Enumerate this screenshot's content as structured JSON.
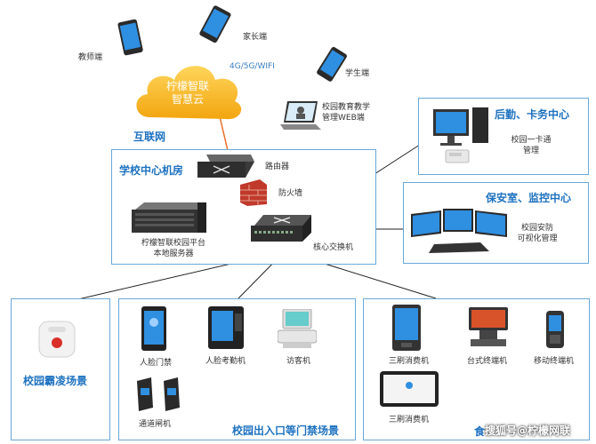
{
  "cloud": {
    "line1": "柠檬智联",
    "line2": "智慧云"
  },
  "internet_label": "互联网",
  "network_label": "4G/5G/WIFI",
  "clients": {
    "teacher": "教师端",
    "parent": "家长端",
    "student": "学生端",
    "web_line1": "校园教育教学",
    "web_line2": "管理WEB端"
  },
  "datacenter": {
    "title": "学校中心机房",
    "router": "路由器",
    "firewall": "防火墙",
    "core_switch": "核心交换机",
    "server_line1": "柠檬智联校园平台",
    "server_line2": "本地服务器"
  },
  "logistics": {
    "title": "后勤、卡务中心",
    "line1": "校园一卡通",
    "line2": "管理"
  },
  "security": {
    "title": "保安室、监控中心",
    "line1": "校园安防",
    "line2": "可视化管理"
  },
  "anti_bully": {
    "title": "校园霸凌场景"
  },
  "access": {
    "title": "校园出入口等门禁场景",
    "face_door": "人脸门禁",
    "face_attendance": "人脸考勤机",
    "visitor": "访客机",
    "gate": "通道闸机"
  },
  "canteen": {
    "title_partial": "食",
    "pos3": "三刷消费机",
    "desktop_pos": "台式终端机",
    "mobile_pos": "移动终端机",
    "pos3b": "三刷消费机"
  },
  "watermark": "搜狐号@柠檬网联",
  "colors": {
    "accent_blue": "#1e72c0",
    "cloud": "#f6b61c",
    "frame": "#6aa8d8",
    "screen": "#2f8fe0"
  }
}
